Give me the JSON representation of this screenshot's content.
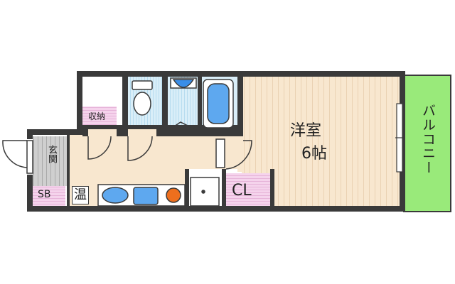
{
  "rooms": {
    "western_room": {
      "name": "洋室",
      "size": "6帖"
    },
    "balcony": "バルコニー",
    "storage": "収納",
    "entrance": "玄関",
    "shoe_box": "SB",
    "water_heater": "温",
    "closet": "CL"
  },
  "colors": {
    "floor_wood": "#f8e7cf",
    "balcony": "#99ea7a",
    "bath_blue": "#b7dcef",
    "storage_pink": "#f5d3ec",
    "entrance_gray": "#bdbdbd",
    "wall": "#3a3a3a",
    "stove": "#ee6f1d"
  }
}
